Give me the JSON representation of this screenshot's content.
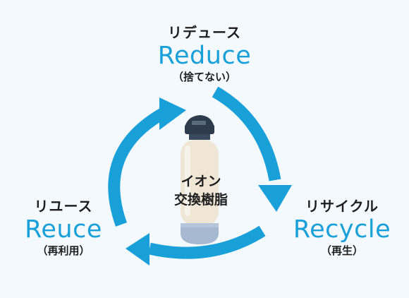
{
  "reduce": {
    "jp": "リデュース",
    "en": "Reduce",
    "sub": "（捨てない）"
  },
  "reuse": {
    "jp": "リユース",
    "en": "Reuce",
    "sub": "（再利用）"
  },
  "recycle": {
    "jp": "リサイクル",
    "en": "Recycle",
    "sub": "（再生）"
  },
  "center": {
    "line1": "イオン",
    "line2": "交換樹脂"
  },
  "colors": {
    "arrow": "#1aa0d8",
    "background": "#f3f9fd",
    "resin": "#efe6d6",
    "base": "#a7b9d0",
    "cap": "#2d3b4c"
  }
}
